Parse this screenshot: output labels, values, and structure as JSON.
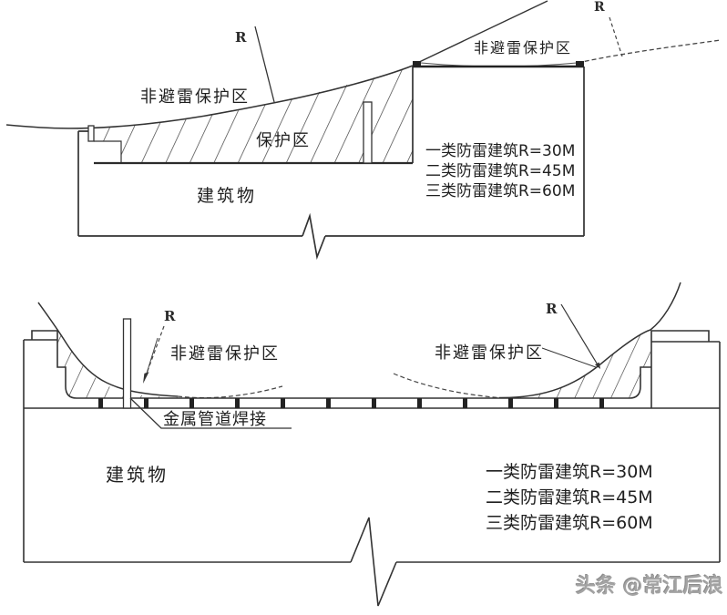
{
  "upper_diagram": {
    "radius_label_center": "R",
    "radius_label_right": "R",
    "non_protection_zone_left": "非避雷保护区",
    "non_protection_zone_right": "非避雷保护区",
    "protection_zone": "保护区",
    "building_label": "建筑物",
    "classes": [
      "一类防雷建筑R=30M",
      "二类防雷建筑R=45M",
      "三类防雷建筑R=60M"
    ]
  },
  "lower_diagram": {
    "radius_label_left": "R",
    "radius_label_right": "R",
    "non_protection_zone_left": "非避雷保护区",
    "non_protection_zone_right": "非避雷保护区",
    "pipe_weld_label": "金属管道焊接",
    "building_label": "建筑物",
    "classes": [
      "一类防雷建筑R=30M",
      "二类防雷建筑R=45M",
      "三类防雷建筑R=60M"
    ]
  },
  "watermark": "头条 @常江后浪",
  "colors": {
    "line": "#333333",
    "text": "#1f1f1f",
    "watermark": "#a3a3a3",
    "background": "#ffffff"
  }
}
